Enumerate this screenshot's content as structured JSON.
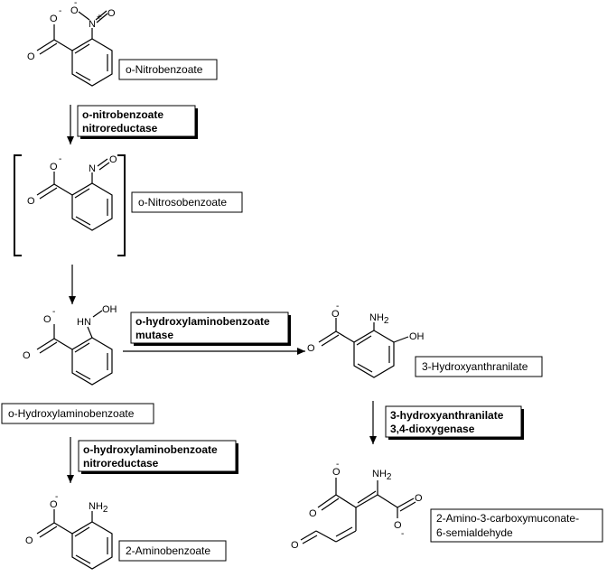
{
  "compounds": {
    "nitrobenzoate": "o-Nitrobenzoate",
    "nitrosobenzoate": "o-Nitrosobenzoate",
    "hydroxylaminobenzoate": "o-Hydroxylaminobenzoate",
    "aminobenzoate": "2-Aminobenzoate",
    "hydroxyanthranilate": "3-Hydroxyanthranilate",
    "semialdehyde_line1": "2-Amino-3-carboxymuconate-",
    "semialdehyde_line2": "6-semialdehyde"
  },
  "enzymes": {
    "nitroreductase1_line1": "o-nitrobenzoate",
    "nitroreductase1_line2": "nitroreductase",
    "mutase_line1": "o-hydroxylaminobenzoate",
    "mutase_line2": "mutase",
    "nitroreductase2_line1": "o-hydroxylaminobenzoate",
    "nitroreductase2_line2": "nitroreductase",
    "dioxygenase_line1": "3-hydroxyanthranilate",
    "dioxygenase_line2": "3,4-dioxygenase"
  },
  "atoms": {
    "O": "O",
    "N": "N",
    "HN": "HN",
    "OH": "OH",
    "NH": "NH",
    "sub2": "2",
    "plus": "+",
    "minus": "-"
  }
}
